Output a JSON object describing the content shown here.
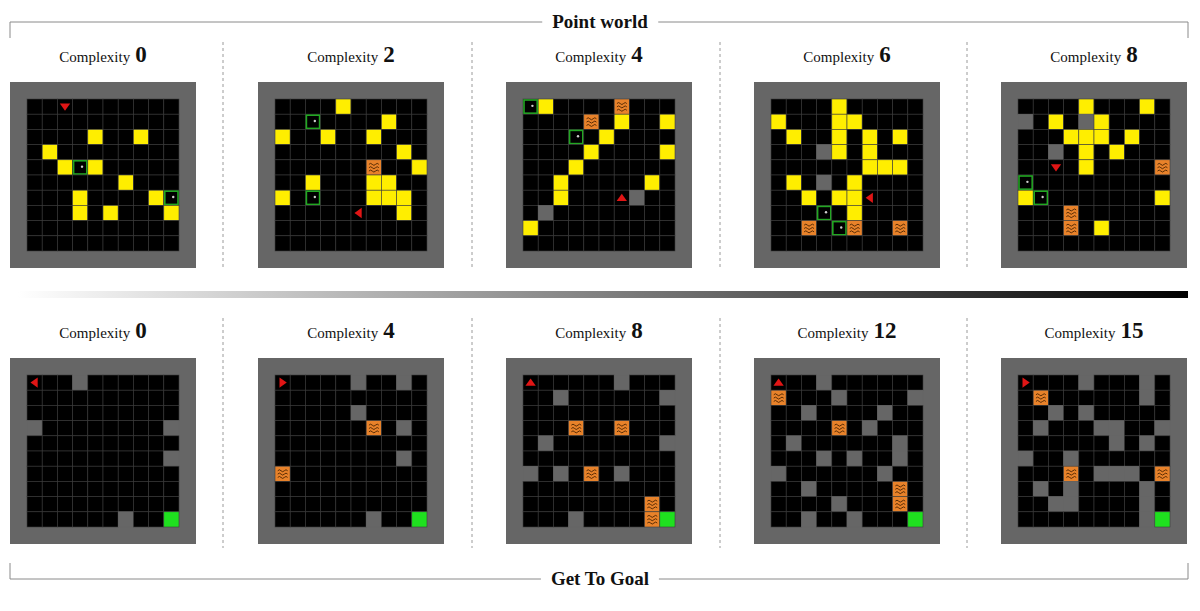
{
  "diagram": {
    "labels": [
      "Point world",
      "Complexity",
      "0",
      "Complexity",
      "2",
      "Complexity",
      "4",
      "Complexity",
      "6",
      "Complexity",
      "8",
      "Complexity",
      "0",
      "Complexity",
      "4",
      "Complexity",
      "8",
      "Complexity",
      "12",
      "Complexity",
      "15",
      "Get To Goal"
    ]
  }
}
